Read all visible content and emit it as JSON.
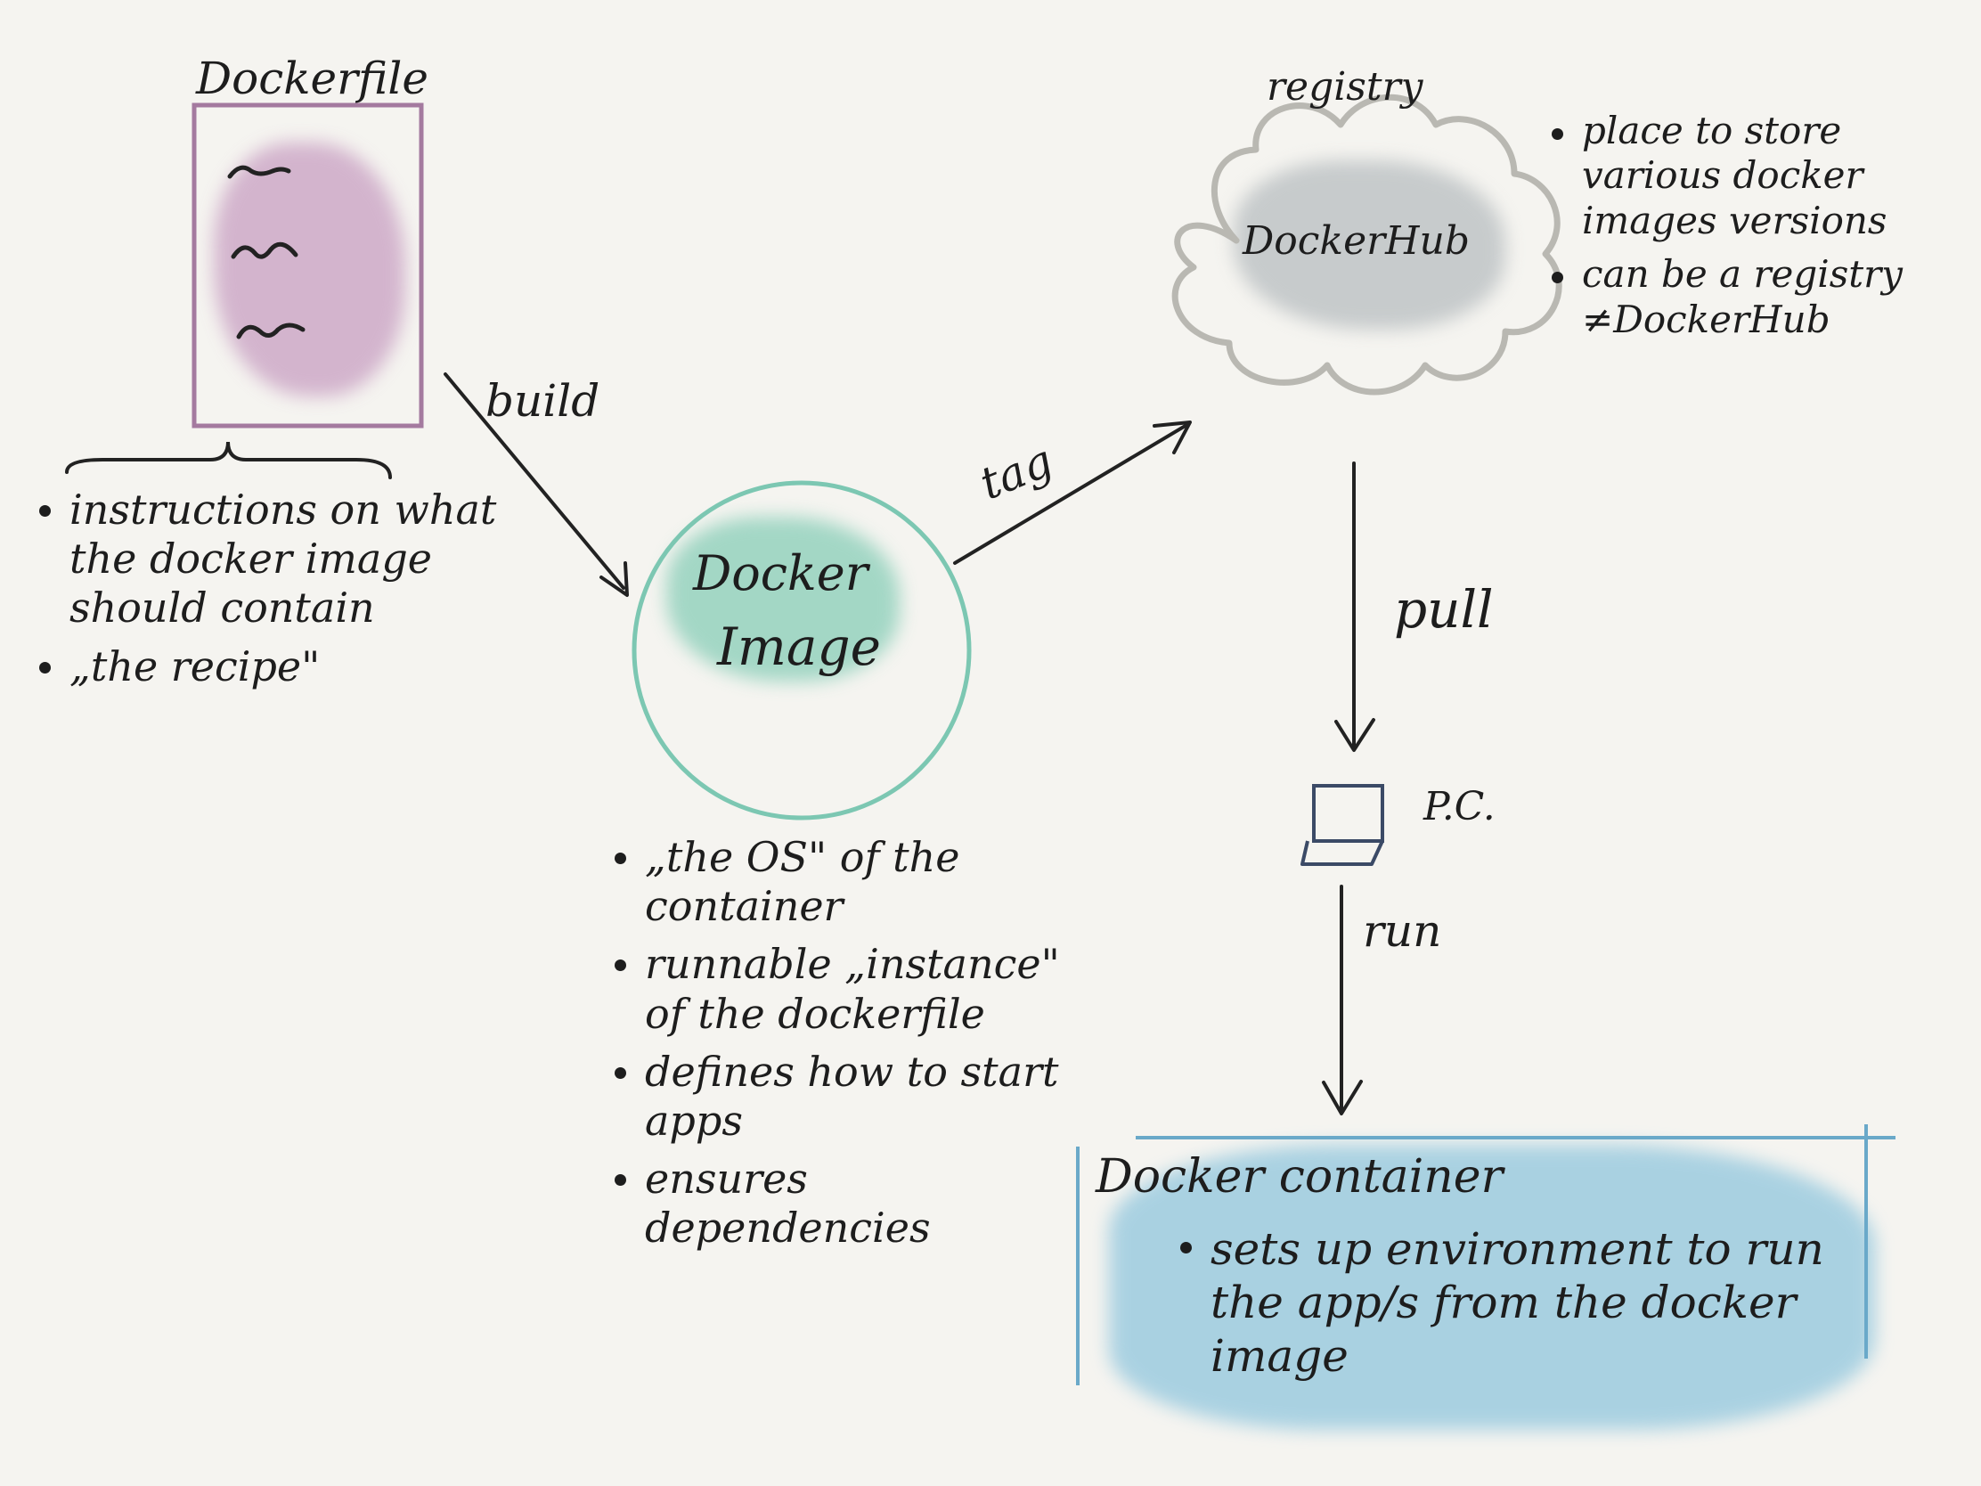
{
  "dockerfile": {
    "title": "Dockerfile",
    "notes": [
      "instructions on what the docker image should contain",
      "„the recipe\""
    ],
    "color": "#a47a9f",
    "wash_color": "#c89fc2"
  },
  "arrows": {
    "build": "build",
    "tag": "tag",
    "pull": "pull",
    "run": "run"
  },
  "docker_image": {
    "line1": "Docker",
    "line2": "Image",
    "color": "#7cc7b2",
    "wash_color": "#8fd0bb",
    "notes": [
      "„the OS\" of the container",
      "runnable „instance\" of the dockerfile",
      "defines how to start apps",
      "ensures dependencies"
    ]
  },
  "registry": {
    "title": "registry",
    "name": "DockerHub",
    "color": "#b9b8b2",
    "wash_color": "#bfc4c6",
    "notes": [
      "place to store various docker images versions",
      "can be a registry ≠DockerHub"
    ]
  },
  "pc": {
    "label": "P.C.",
    "icon": "laptop-icon",
    "color": "#3b4a66"
  },
  "container": {
    "title": "Docker container",
    "notes": [
      "sets up environment to run the app/s from the docker image"
    ],
    "color": "#6aa9c9",
    "wash_color": "#8ac3dc"
  }
}
